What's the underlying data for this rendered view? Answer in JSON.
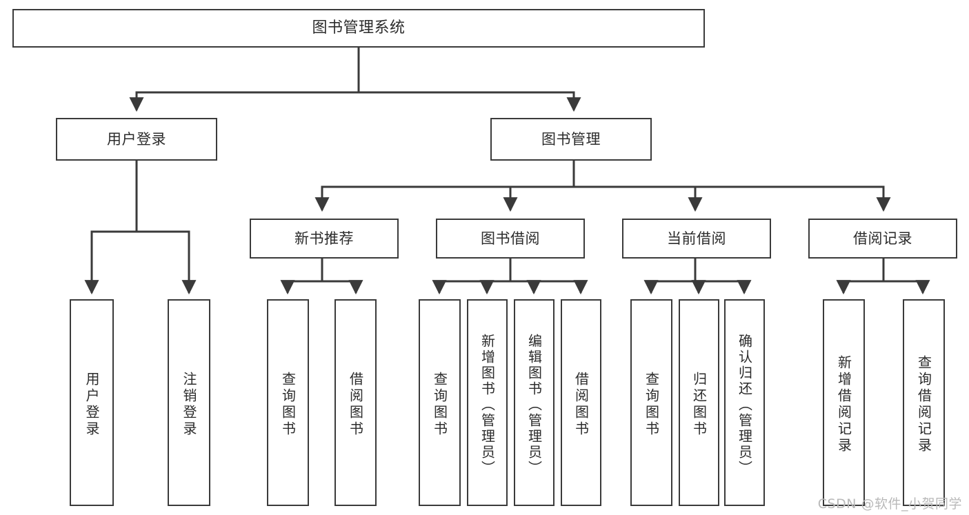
{
  "diagram": {
    "title": "图书管理系统",
    "watermark": "CSDN @软件_小贺同学",
    "stroke_color": "#3a3a3a",
    "text_color": "#2b2b2b",
    "background_color": "#ffffff",
    "watermark_color": "#b9b9b9",
    "type": "tree-hierarchy",
    "levels": 4
  },
  "nodes": {
    "root": {
      "label": "图书管理系统"
    },
    "level2": [
      {
        "label": "用户登录"
      },
      {
        "label": "图书管理"
      }
    ],
    "level3": [
      {
        "label": "新书推荐"
      },
      {
        "label": "图书借阅"
      },
      {
        "label": "当前借阅"
      },
      {
        "label": "借阅记录"
      }
    ],
    "leaves": {
      "user_login": [
        {
          "label": "用户登录"
        },
        {
          "label": "注销登录"
        }
      ],
      "new_book_recommend": [
        {
          "label": "查询图书"
        },
        {
          "label": "借阅图书"
        }
      ],
      "book_borrow": [
        {
          "label": "查询图书"
        },
        {
          "label": "新增图书（管理员）"
        },
        {
          "label": "编辑图书（管理员）"
        },
        {
          "label": "借阅图书"
        }
      ],
      "current_borrow": [
        {
          "label": "查询图书"
        },
        {
          "label": "归还图书"
        },
        {
          "label": "确认归还（管理员）"
        }
      ],
      "borrow_record": [
        {
          "label": "新增借阅记录"
        },
        {
          "label": "查询借阅记录"
        }
      ]
    }
  }
}
